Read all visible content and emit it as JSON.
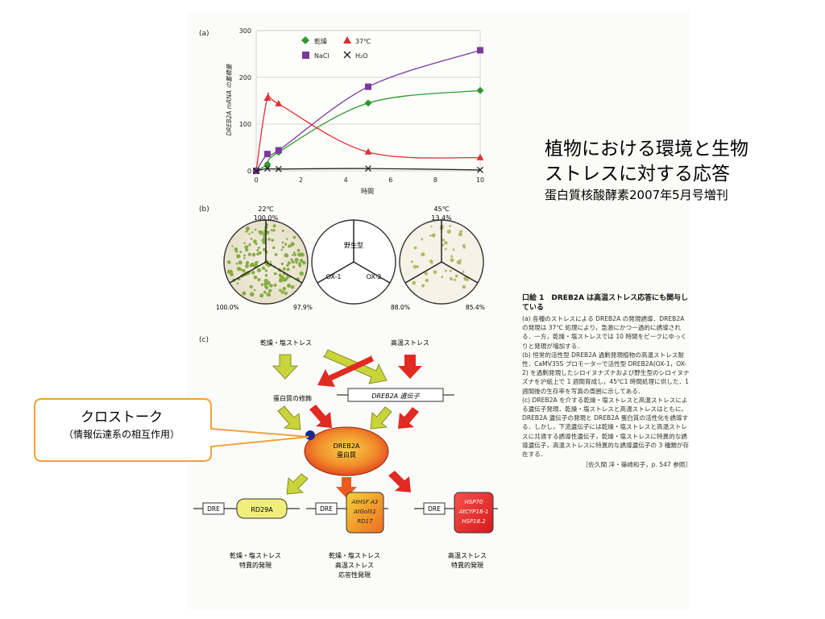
{
  "slide": {
    "title_line1": "植物における環境と生物",
    "title_line2": "ストレスに対する応答",
    "title_sub": "蛋白質核酸酵素2007年5月号増刊"
  },
  "callout": {
    "line1": "クロストーク",
    "line2": "（情報伝達系の相互作用）"
  },
  "panel_a": {
    "label": "(a)",
    "ylabel": "DREB2A mRNA の蓄積量",
    "xlabel": "時間",
    "legend": [
      "乾燥",
      "37℃",
      "NaCl",
      "H₂O"
    ]
  },
  "chart_data": {
    "type": "line",
    "xlabel": "時間",
    "ylabel": "DREB2A mRNA の蓄積量",
    "xlim": [
      0,
      10
    ],
    "ylim": [
      0,
      300
    ],
    "xticks": [
      0,
      2,
      4,
      6,
      8,
      10
    ],
    "yticks": [
      0,
      100,
      200,
      300
    ],
    "series": [
      {
        "name": "乾燥",
        "color": "#2e9a2e",
        "marker": "diamond",
        "x": [
          0,
          0.5,
          1,
          5,
          10
        ],
        "y": [
          0,
          14,
          40,
          145,
          172
        ]
      },
      {
        "name": "37℃",
        "color": "#e03030",
        "marker": "triangle",
        "x": [
          0,
          0.5,
          1,
          5,
          10
        ],
        "y": [
          0,
          155,
          143,
          40,
          28
        ]
      },
      {
        "name": "NaCl",
        "color": "#7b3a9a",
        "marker": "square",
        "x": [
          0,
          0.5,
          1,
          5,
          10
        ],
        "y": [
          0,
          36,
          44,
          180,
          258
        ]
      },
      {
        "name": "H₂O",
        "color": "#222222",
        "marker": "x",
        "x": [
          0,
          0.5,
          1,
          5,
          10
        ],
        "y": [
          0,
          5,
          4,
          5,
          2
        ]
      }
    ]
  },
  "panel_b": {
    "label": "(b)",
    "plate_left_temp": "22℃",
    "plate_left_pct": "100.0%",
    "plate_right_temp": "45℃",
    "plate_right_pct": "13.4%",
    "center_top": "野生型",
    "center_left": "OX-1",
    "center_right": "OX-2",
    "bottom_labels": [
      "100.0%",
      "97.9%",
      "88.0%",
      "85.4%"
    ]
  },
  "panel_c": {
    "label": "(c)",
    "input_drought": "乾燥・塩ストレス",
    "input_heat": "高温ストレス",
    "protein_mod": "蛋白質の修飾",
    "gene_box": "DREB2A 遺伝子",
    "protein_line1": "DREB2A",
    "protein_line2": "蛋白質",
    "dre": "DRE",
    "gene_left": "RD29A",
    "gene_mid": [
      "AtHSF A3",
      "AtGolS1",
      "RD17"
    ],
    "gene_right": [
      "HSP70",
      "AtCYP18-1",
      "HSP18.2"
    ],
    "out_left": [
      "乾燥・塩ストレス",
      "特異的発現"
    ],
    "out_mid": [
      "乾燥・塩ストレス",
      "高温ストレス",
      "応答性発現"
    ],
    "out_right": [
      "高温ストレス",
      "特異的発現"
    ]
  },
  "caption": {
    "title": "口絵 1　DREB2A は高温ストレス応答にも関与している",
    "a": "(a) 各種のストレスによる DREB2A の発現誘導．DREB2A の発現は 37℃ 処理により，急激にかつ一過的に誘導される．一方，乾燥・塩ストレスでは 10 時間をピークにゆっくりと発現が増加する．",
    "b": "(b) 恒常的活性型 DREB2A 過剰発現植物の高温ストレス耐性．CaMV35S プロモーターで活性型 DREB2A(OX-1，OX-2) を過剰発現したシロイヌナズナおよび野生型のシロイヌナズナを沪紙上で 1 週間育成し，45℃1 時間処理に供した．1 週間後の生存率を写真の周囲に示してある．",
    "c": "(c) DREB2A を介する乾燥・塩ストレスと高温ストレスによる遺伝子発現．乾燥・塩ストレスと高温ストレスはともに，DREB2A 遺伝子の発現と DREB2A 蛋白質の活性化を誘導する．しかし，下流遺伝子には乾燥・塩ストレスと高温ストレスに共通する誘導性遺伝子，乾燥・塩ストレスに特異的な誘導遺伝子，高温ストレスに特異的な誘導遺伝子の 3 種類が存在する．",
    "ref": "［佐久間 洋・篠崎和子，p. 547 参照］"
  }
}
